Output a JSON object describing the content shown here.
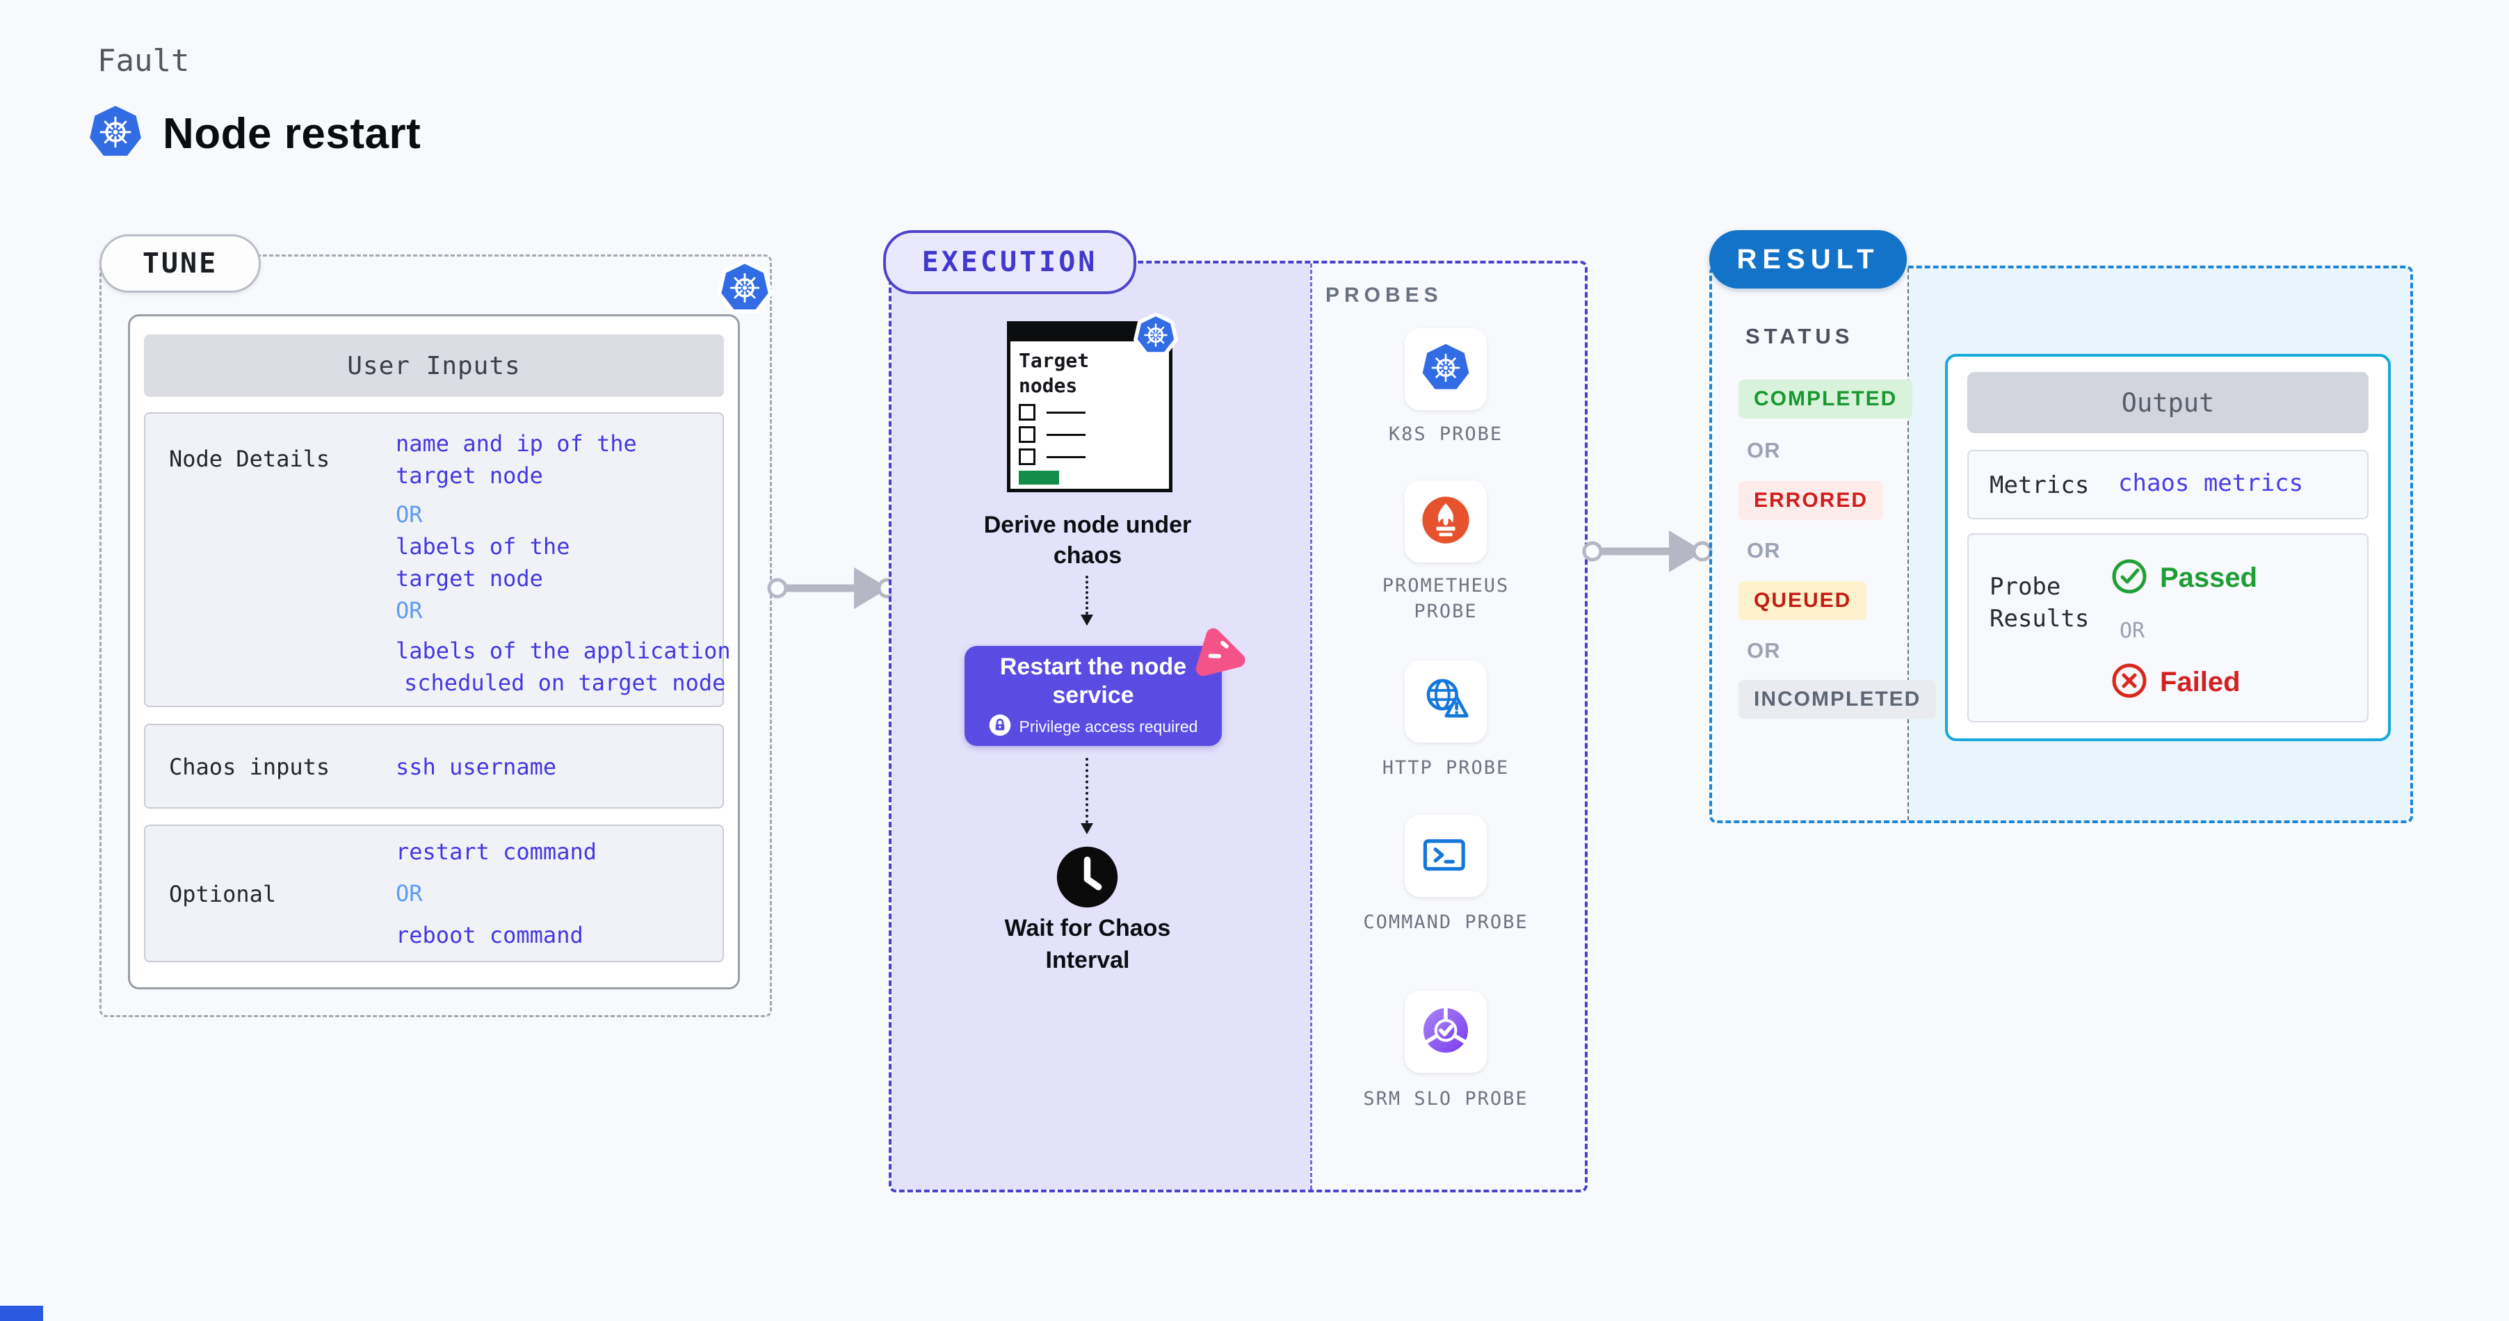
{
  "header": {
    "eyebrow": "Fault",
    "title": "Node restart"
  },
  "tune": {
    "pill": "TUNE",
    "table_header": "User Inputs",
    "node_details": {
      "label": "Node Details",
      "line1": "name and ip of the",
      "line2": "target node",
      "or1": "OR",
      "line3": "labels of the",
      "line4": "target node",
      "or2": "OR",
      "line5": "labels of the application",
      "line6": "scheduled on target node"
    },
    "chaos_inputs": {
      "label": "Chaos inputs",
      "value": "ssh username"
    },
    "optional": {
      "label": "Optional",
      "value1": "restart command",
      "or": "OR",
      "value2": "reboot command"
    }
  },
  "execution": {
    "pill": "EXECUTION",
    "target_card_title": "Target nodes",
    "step_derive": "Derive node under chaos",
    "restart_title": "Restart the node service",
    "restart_subtitle": "Privilege access required",
    "step_wait": "Wait for Chaos Interval"
  },
  "probes": {
    "label": "PROBES",
    "items": [
      {
        "name": "K8S PROBE",
        "icon": "kubernetes-icon"
      },
      {
        "name": "PROMETHEUS PROBE",
        "icon": "prometheus-icon"
      },
      {
        "name": "HTTP PROBE",
        "icon": "globe-alert-icon"
      },
      {
        "name": "COMMAND PROBE",
        "icon": "terminal-icon"
      },
      {
        "name": "SRM SLO PROBE",
        "icon": "slo-check-icon"
      }
    ]
  },
  "result": {
    "pill": "RESULT",
    "status_label": "STATUS",
    "or": "OR",
    "statuses": [
      {
        "text": "COMPLETED",
        "fg": "#18982e",
        "bg": "#d9f2dc"
      },
      {
        "text": "ERRORED",
        "fg": "#d01d1d",
        "bg": "#fdecea"
      },
      {
        "text": "QUEUED",
        "fg": "#c21d15",
        "bg": "#fdf2cb"
      },
      {
        "text": "INCOMPLETED",
        "fg": "#5d6675",
        "bg": "#e9ebf0"
      }
    ],
    "output": {
      "header": "Output",
      "metrics_label": "Metrics",
      "metrics_value": "chaos metrics",
      "probe_results_label": "Probe Results",
      "passed": "Passed",
      "or": "OR",
      "failed": "Failed"
    }
  },
  "colors": {
    "page_bg": "#f8f9fc",
    "accent_indigo": "#4a41ce",
    "lavender_panel": "#e4e2fb",
    "restart_button": "#5a4ce2",
    "result_blue": "#1273c9",
    "output_border": "#17a8dc",
    "kubernetes_blue": "#326ce5",
    "prometheus_orange": "#e6522c",
    "probe_icon_blue": "#1478db",
    "srm_purple": "#8a53f0",
    "pink_chaos": "#f4538a",
    "value_blue": "#4438e2",
    "or_light_blue": "#5b9cf6",
    "passed_green": "#1f9e35",
    "failed_red": "#d32020",
    "arrow_gray": "#b5b7c5",
    "target_bar_green": "#148c4a"
  }
}
